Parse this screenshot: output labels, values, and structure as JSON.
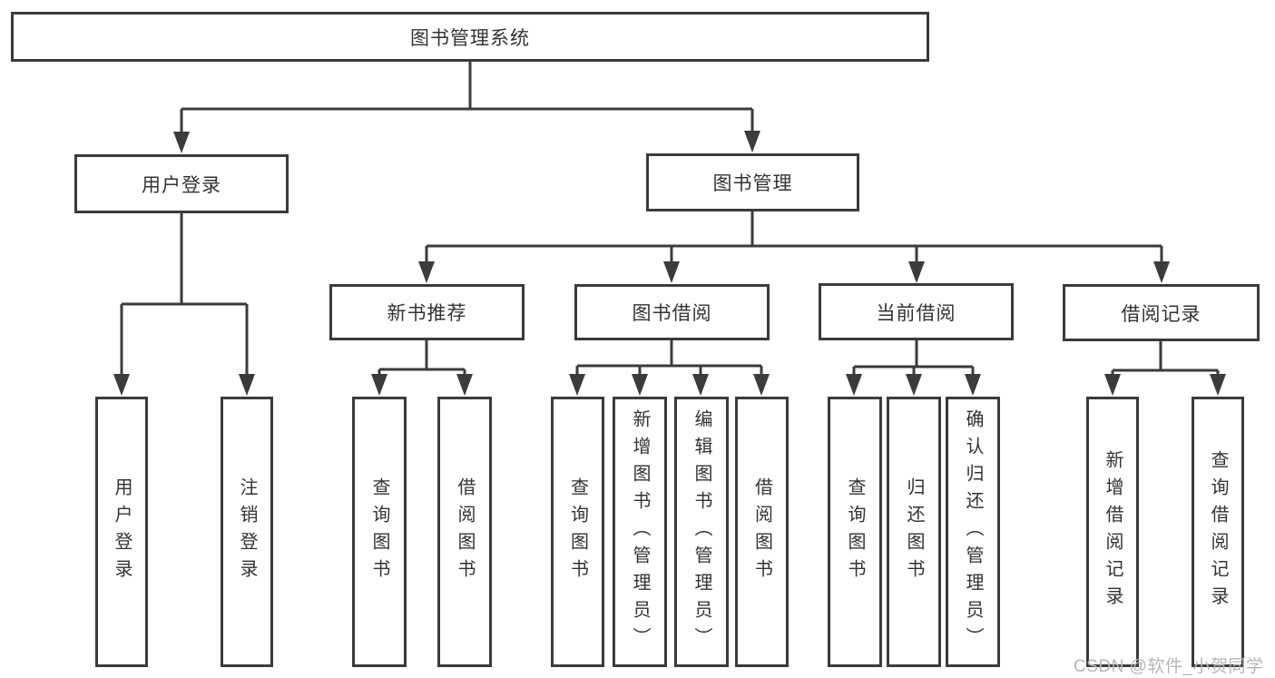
{
  "diagram": {
    "root": {
      "label": "图书管理系统"
    },
    "level2": [
      {
        "label": "用户登录"
      },
      {
        "label": "图书管理"
      }
    ],
    "level3": [
      {
        "label": "新书推荐"
      },
      {
        "label": "图书借阅"
      },
      {
        "label": "当前借阅"
      },
      {
        "label": "借阅记录"
      }
    ],
    "leaves": [
      {
        "label": "用户登录",
        "parent": "用户登录"
      },
      {
        "label": "注销登录",
        "parent": "用户登录"
      },
      {
        "label": "查询图书",
        "parent": "新书推荐"
      },
      {
        "label": "借阅图书",
        "parent": "新书推荐"
      },
      {
        "label": "查询图书",
        "parent": "图书借阅"
      },
      {
        "label": "新增图书（管理员）",
        "parent": "图书借阅"
      },
      {
        "label": "编辑图书（管理员）",
        "parent": "图书借阅"
      },
      {
        "label": "借阅图书",
        "parent": "图书借阅"
      },
      {
        "label": "查询图书",
        "parent": "当前借阅"
      },
      {
        "label": "归还图书",
        "parent": "当前借阅"
      },
      {
        "label": "确认归还（管理员）",
        "parent": "当前借阅"
      },
      {
        "label": "新增借阅记录",
        "parent": "借阅记录"
      },
      {
        "label": "查询借阅记录",
        "parent": "借阅记录"
      }
    ]
  },
  "watermark": {
    "text": "CSDN @软件_小贺同学"
  },
  "colors": {
    "line": "#3b3b3b",
    "text": "#333333",
    "background": "#ffffff",
    "watermark": "#b5b5bd"
  }
}
